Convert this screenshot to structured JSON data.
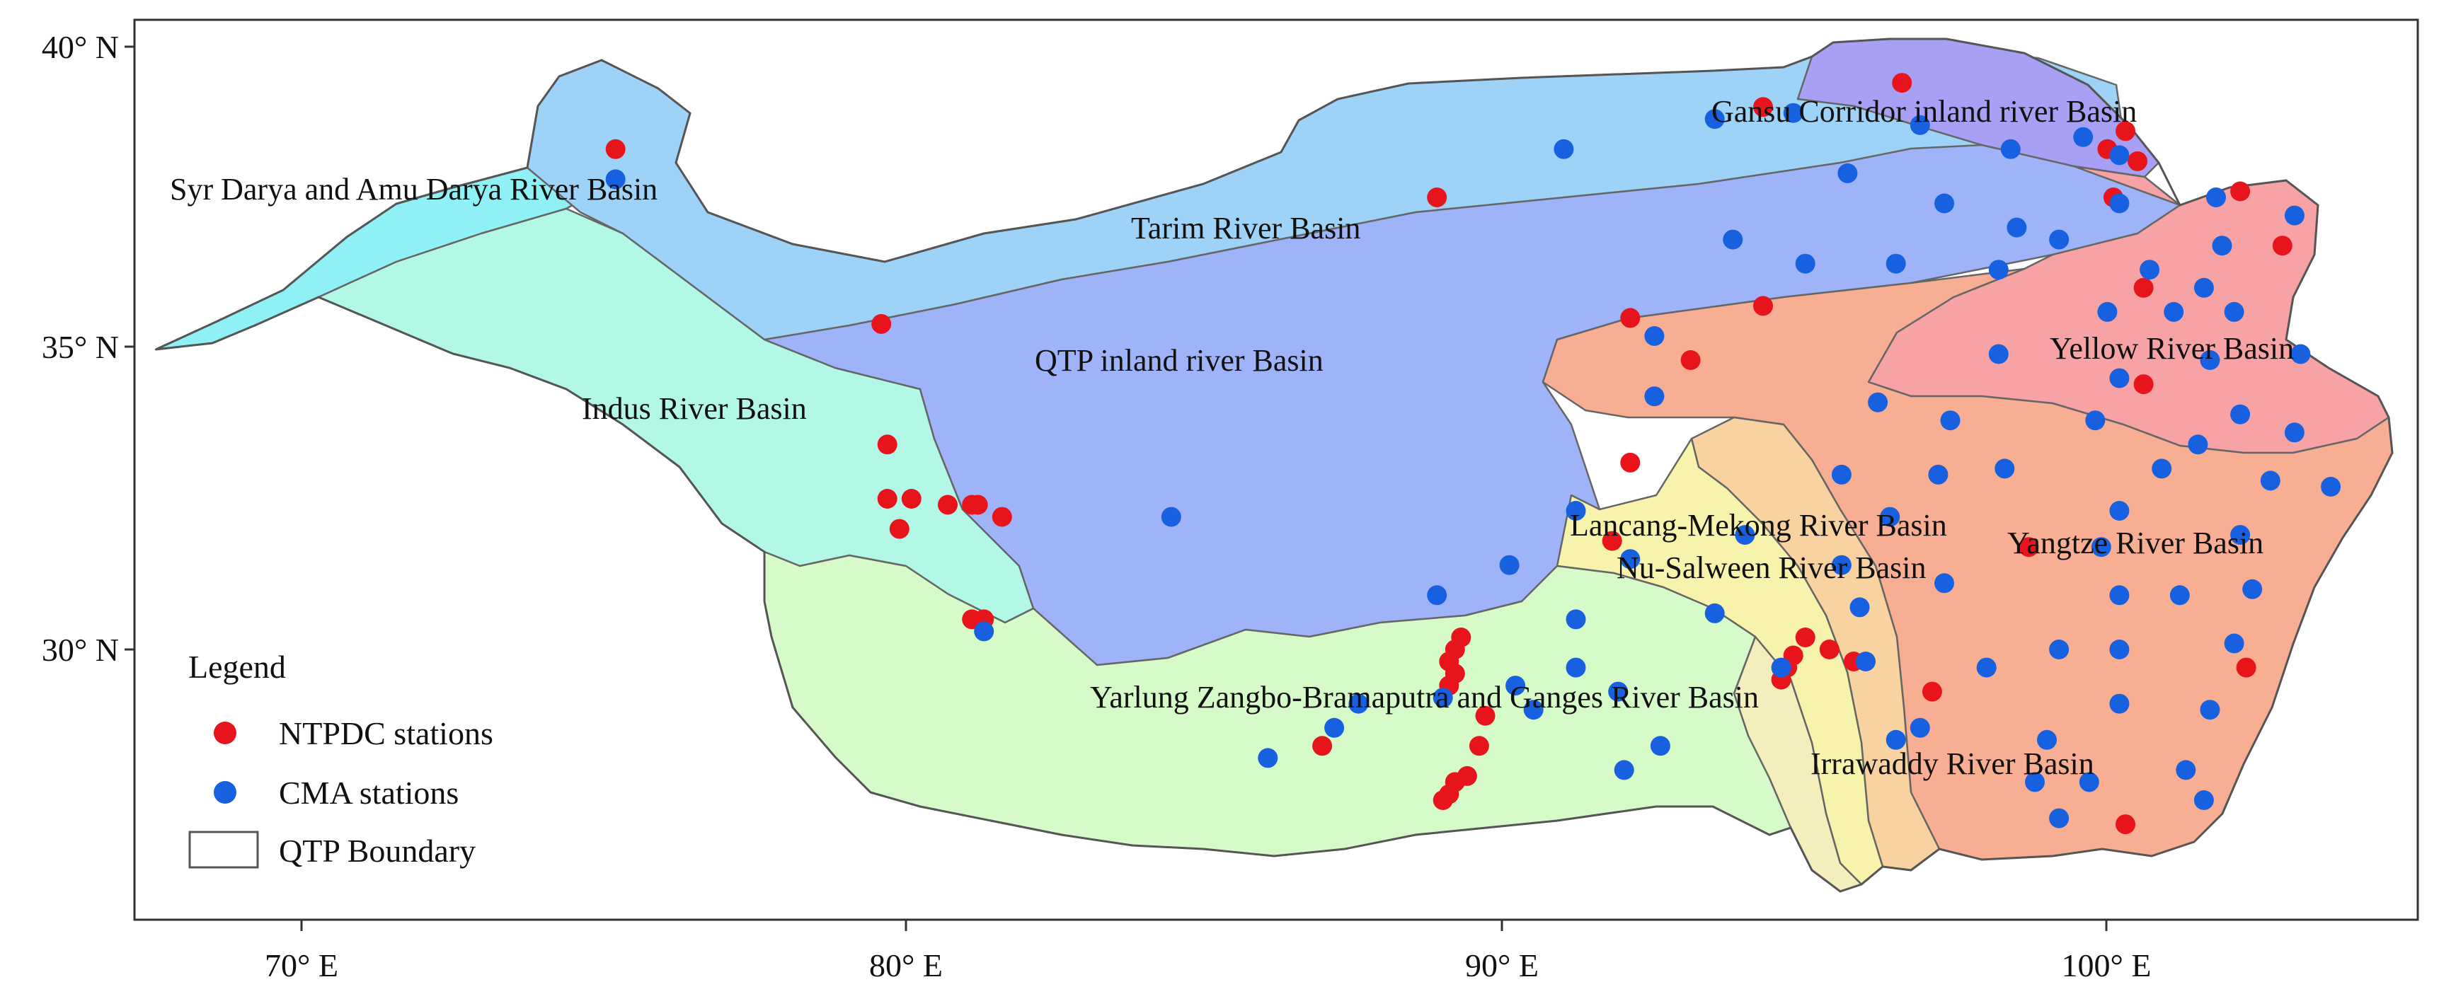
{
  "map": {
    "x_ticks": [
      "70° E",
      "80° E",
      "90° E",
      "100° E"
    ],
    "y_ticks": [
      "40° N",
      "35° N",
      "30° N"
    ],
    "basin_labels": [
      "Syr Darya and Amu Darya River Basin",
      "Tarim River Basin",
      "Gansu Corridor inland river Basin",
      "QTP inland river Basin",
      "Indus River Basin",
      "Yellow River Basin",
      "Lancang-Mekong River Basin",
      "Yangtze River Basin",
      "Nu-Salween River Basin",
      "Yarlung Zangbo-Bramaputra and Ganges River Basin",
      "Irrawaddy River Basin"
    ],
    "legend": {
      "title": "Legend",
      "ntpdc": "NTPDC stations",
      "cma": "CMA stations",
      "boundary": "QTP Boundary"
    },
    "colors": {
      "ntpdc": "#e8141c",
      "cma": "#1760e0",
      "syr_darya": "#8ff0f5",
      "tarim": "#9ed3f7",
      "gansu": "#a7a0f5",
      "inland": "#9fb4f8",
      "indus": "#b3f8e6",
      "yellow": "#f7a2a4",
      "yangtze": "#f7ae92",
      "lancang": "#f8d2a0",
      "nu": "#f7f2ac",
      "yarlung": "#d7fbc8",
      "irrawaddy": "#f3eebc"
    }
  },
  "chart_data": {
    "type": "scatter",
    "x_axis": {
      "ticks": [
        "70° E",
        "80° E",
        "90° E",
        "100° E"
      ],
      "range": [
        67.3,
        105.4
      ]
    },
    "y_axis": {
      "ticks": [
        "40° N",
        "35° N",
        "30° N"
      ],
      "range": [
        25.6,
        40.4
      ]
    },
    "legend_placement": "bottom-left",
    "series": [
      {
        "name": "NTPDC stations",
        "color": "#e8141c",
        "points": [
          [
            75.2,
            38.3
          ],
          [
            79.6,
            35.4
          ],
          [
            79.7,
            33.4
          ],
          [
            79.7,
            32.5
          ],
          [
            80.1,
            32.5
          ],
          [
            79.9,
            32.0
          ],
          [
            80.7,
            32.4
          ],
          [
            81.1,
            32.4
          ],
          [
            81.2,
            32.4
          ],
          [
            81.6,
            32.2
          ],
          [
            81.1,
            30.5
          ],
          [
            81.3,
            30.5
          ],
          [
            88.8,
            37.5
          ],
          [
            92.0,
            35.5
          ],
          [
            93.0,
            34.8
          ],
          [
            94.2,
            35.7
          ],
          [
            94.2,
            39.0
          ],
          [
            96.5,
            39.4
          ],
          [
            99.9,
            38.3
          ],
          [
            100.2,
            38.6
          ],
          [
            100.4,
            38.1
          ],
          [
            100.0,
            37.5
          ],
          [
            102.1,
            37.6
          ],
          [
            100.5,
            36.0
          ],
          [
            102.8,
            36.7
          ],
          [
            100.5,
            34.4
          ],
          [
            92.0,
            33.1
          ],
          [
            91.7,
            31.8
          ],
          [
            98.6,
            31.7
          ],
          [
            89.2,
            30.2
          ],
          [
            89.1,
            30.0
          ],
          [
            89.0,
            29.8
          ],
          [
            89.1,
            29.6
          ],
          [
            89.0,
            29.4
          ],
          [
            89.6,
            28.9
          ],
          [
            89.5,
            28.4
          ],
          [
            89.3,
            27.9
          ],
          [
            89.1,
            27.8
          ],
          [
            89.0,
            27.6
          ],
          [
            88.9,
            27.5
          ],
          [
            86.9,
            28.4
          ],
          [
            94.9,
            30.2
          ],
          [
            95.3,
            30.0
          ],
          [
            95.7,
            29.8
          ],
          [
            94.7,
            29.9
          ],
          [
            94.6,
            29.7
          ],
          [
            94.5,
            29.5
          ],
          [
            97.0,
            29.3
          ],
          [
            102.2,
            29.7
          ],
          [
            100.2,
            27.1
          ]
        ]
      },
      {
        "name": "CMA stations",
        "color": "#1760e0",
        "points": [
          [
            75.2,
            37.8
          ],
          [
            81.3,
            30.3
          ],
          [
            84.4,
            32.2
          ],
          [
            90.9,
            38.3
          ],
          [
            93.4,
            38.8
          ],
          [
            94.7,
            38.9
          ],
          [
            96.8,
            38.7
          ],
          [
            98.3,
            38.3
          ],
          [
            99.5,
            38.5
          ],
          [
            100.1,
            38.2
          ],
          [
            95.6,
            37.9
          ],
          [
            97.2,
            37.4
          ],
          [
            98.4,
            37.0
          ],
          [
            99.1,
            36.8
          ],
          [
            100.1,
            37.4
          ],
          [
            101.7,
            37.5
          ],
          [
            103.0,
            37.2
          ],
          [
            93.7,
            36.8
          ],
          [
            94.9,
            36.4
          ],
          [
            96.4,
            36.4
          ],
          [
            98.1,
            36.3
          ],
          [
            100.6,
            36.3
          ],
          [
            101.5,
            36.0
          ],
          [
            101.8,
            36.7
          ],
          [
            99.9,
            35.6
          ],
          [
            101.0,
            35.6
          ],
          [
            102.0,
            35.6
          ],
          [
            92.4,
            35.2
          ],
          [
            98.1,
            34.9
          ],
          [
            100.1,
            34.5
          ],
          [
            101.6,
            34.8
          ],
          [
            103.1,
            34.9
          ],
          [
            92.4,
            34.2
          ],
          [
            96.1,
            34.1
          ],
          [
            97.3,
            33.8
          ],
          [
            99.7,
            33.8
          ],
          [
            102.1,
            33.9
          ],
          [
            103.0,
            33.6
          ],
          [
            95.5,
            32.9
          ],
          [
            97.1,
            32.9
          ],
          [
            98.2,
            33.0
          ],
          [
            100.8,
            33.0
          ],
          [
            101.4,
            33.4
          ],
          [
            102.6,
            32.8
          ],
          [
            103.6,
            32.7
          ],
          [
            91.1,
            32.3
          ],
          [
            93.9,
            31.9
          ],
          [
            96.3,
            32.2
          ],
          [
            100.1,
            32.3
          ],
          [
            102.1,
            31.9
          ],
          [
            92.0,
            31.5
          ],
          [
            95.5,
            31.4
          ],
          [
            97.2,
            31.1
          ],
          [
            99.8,
            31.7
          ],
          [
            90.0,
            31.4
          ],
          [
            88.8,
            30.9
          ],
          [
            95.8,
            30.7
          ],
          [
            100.1,
            30.9
          ],
          [
            101.1,
            30.9
          ],
          [
            102.3,
            31.0
          ],
          [
            91.1,
            30.5
          ],
          [
            93.4,
            30.6
          ],
          [
            99.1,
            30.0
          ],
          [
            100.1,
            30.0
          ],
          [
            102.0,
            30.1
          ],
          [
            88.9,
            29.2
          ],
          [
            90.1,
            29.4
          ],
          [
            91.1,
            29.7
          ],
          [
            91.8,
            29.3
          ],
          [
            94.5,
            29.7
          ],
          [
            95.9,
            29.8
          ],
          [
            97.9,
            29.7
          ],
          [
            87.5,
            29.1
          ],
          [
            90.4,
            29.0
          ],
          [
            100.1,
            29.1
          ],
          [
            101.6,
            29.0
          ],
          [
            87.1,
            28.7
          ],
          [
            92.5,
            28.4
          ],
          [
            96.8,
            28.7
          ],
          [
            98.9,
            28.5
          ],
          [
            86.0,
            28.2
          ],
          [
            91.9,
            28.0
          ],
          [
            96.4,
            28.5
          ],
          [
            98.7,
            27.8
          ],
          [
            99.6,
            27.8
          ],
          [
            101.2,
            28.0
          ],
          [
            99.1,
            27.2
          ],
          [
            101.5,
            27.5
          ]
        ]
      }
    ]
  }
}
